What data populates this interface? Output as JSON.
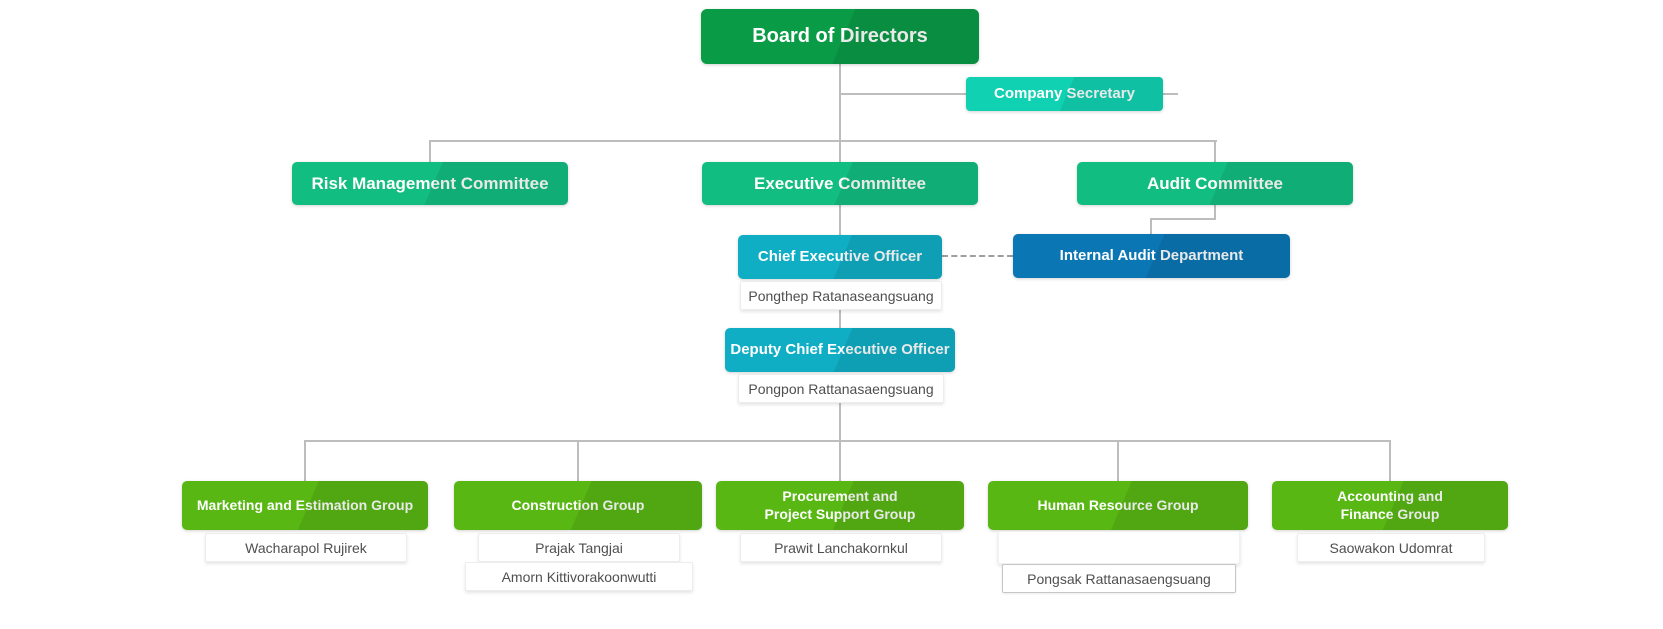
{
  "chart": {
    "board": {
      "label": "Board of Directors"
    },
    "company_secretary": {
      "label": "Company Secretary"
    },
    "committees": {
      "risk": {
        "label": "Risk Management Committee"
      },
      "executive": {
        "label": "Executive Committee"
      },
      "audit": {
        "label": "Audit Committee"
      }
    },
    "ceo": {
      "label": "Chief Executive Officer",
      "person": "Pongthep Ratanaseangsuang"
    },
    "internal_audit": {
      "label": "Internal Audit Department"
    },
    "deputy_ceo": {
      "label": "Deputy Chief Executive Officer",
      "person": "Pongpon Rattanasaengsuang"
    },
    "groups": [
      {
        "title_line1": "Marketing and Estimation Group",
        "title_line2": "",
        "members": [
          "Wacharapol Rujirek"
        ]
      },
      {
        "title_line1": "Construction Group",
        "title_line2": "",
        "members": [
          "Prajak Tangjai",
          "Amorn Kittivorakoonwutti"
        ]
      },
      {
        "title_line1": "Procurement and",
        "title_line2": "Project Support Group",
        "members": [
          "Prawit Lanchakornkul"
        ]
      },
      {
        "title_line1": "Human Resource Group",
        "title_line2": "",
        "members": [
          "",
          "Pongsak Rattanasaengsuang"
        ]
      },
      {
        "title_line1": "Accounting and",
        "title_line2": "Finance Group",
        "members": [
          "Saowakon Udomrat"
        ]
      }
    ]
  },
  "colors": {
    "board": "#0a9b47",
    "committee": "#12bd82",
    "secretary": "#10d2b2",
    "executive_officer": "#10aec5",
    "internal_audit": "#0b76b4",
    "group": "#58b713",
    "connector": "#bdbdbd"
  }
}
